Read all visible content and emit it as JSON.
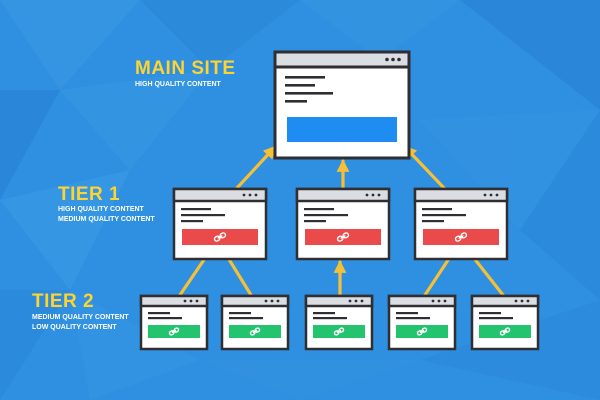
{
  "colors": {
    "background": "#2f8fe0",
    "heading": "#ffd330",
    "subtext": "#ffffff",
    "arrow": "#f5bf36",
    "outline": "#2e2e33",
    "window_bar": "#dadde1",
    "window_body": "#ffffff",
    "main_block": "#1e8cf0",
    "tier1_bar": "#ea4a4a",
    "tier2_bar": "#24c36e"
  },
  "main_site": {
    "title": "MAIN SITE",
    "subtitle": "HIGH QUALITY CONTENT",
    "icon": "browser-window-icon"
  },
  "tier1": {
    "title": "TIER 1",
    "subtitle_lines": [
      "HIGH QUALITY CONTENT",
      "MEDIUM QUALITY CONTENT"
    ],
    "icon": "link-chain-icon"
  },
  "tier2": {
    "title": "TIER 2",
    "subtitle_lines": [
      "MEDIUM QUALITY CONTENT",
      "LOW QUALITY CONTENT"
    ],
    "icon": "link-chain-icon"
  }
}
